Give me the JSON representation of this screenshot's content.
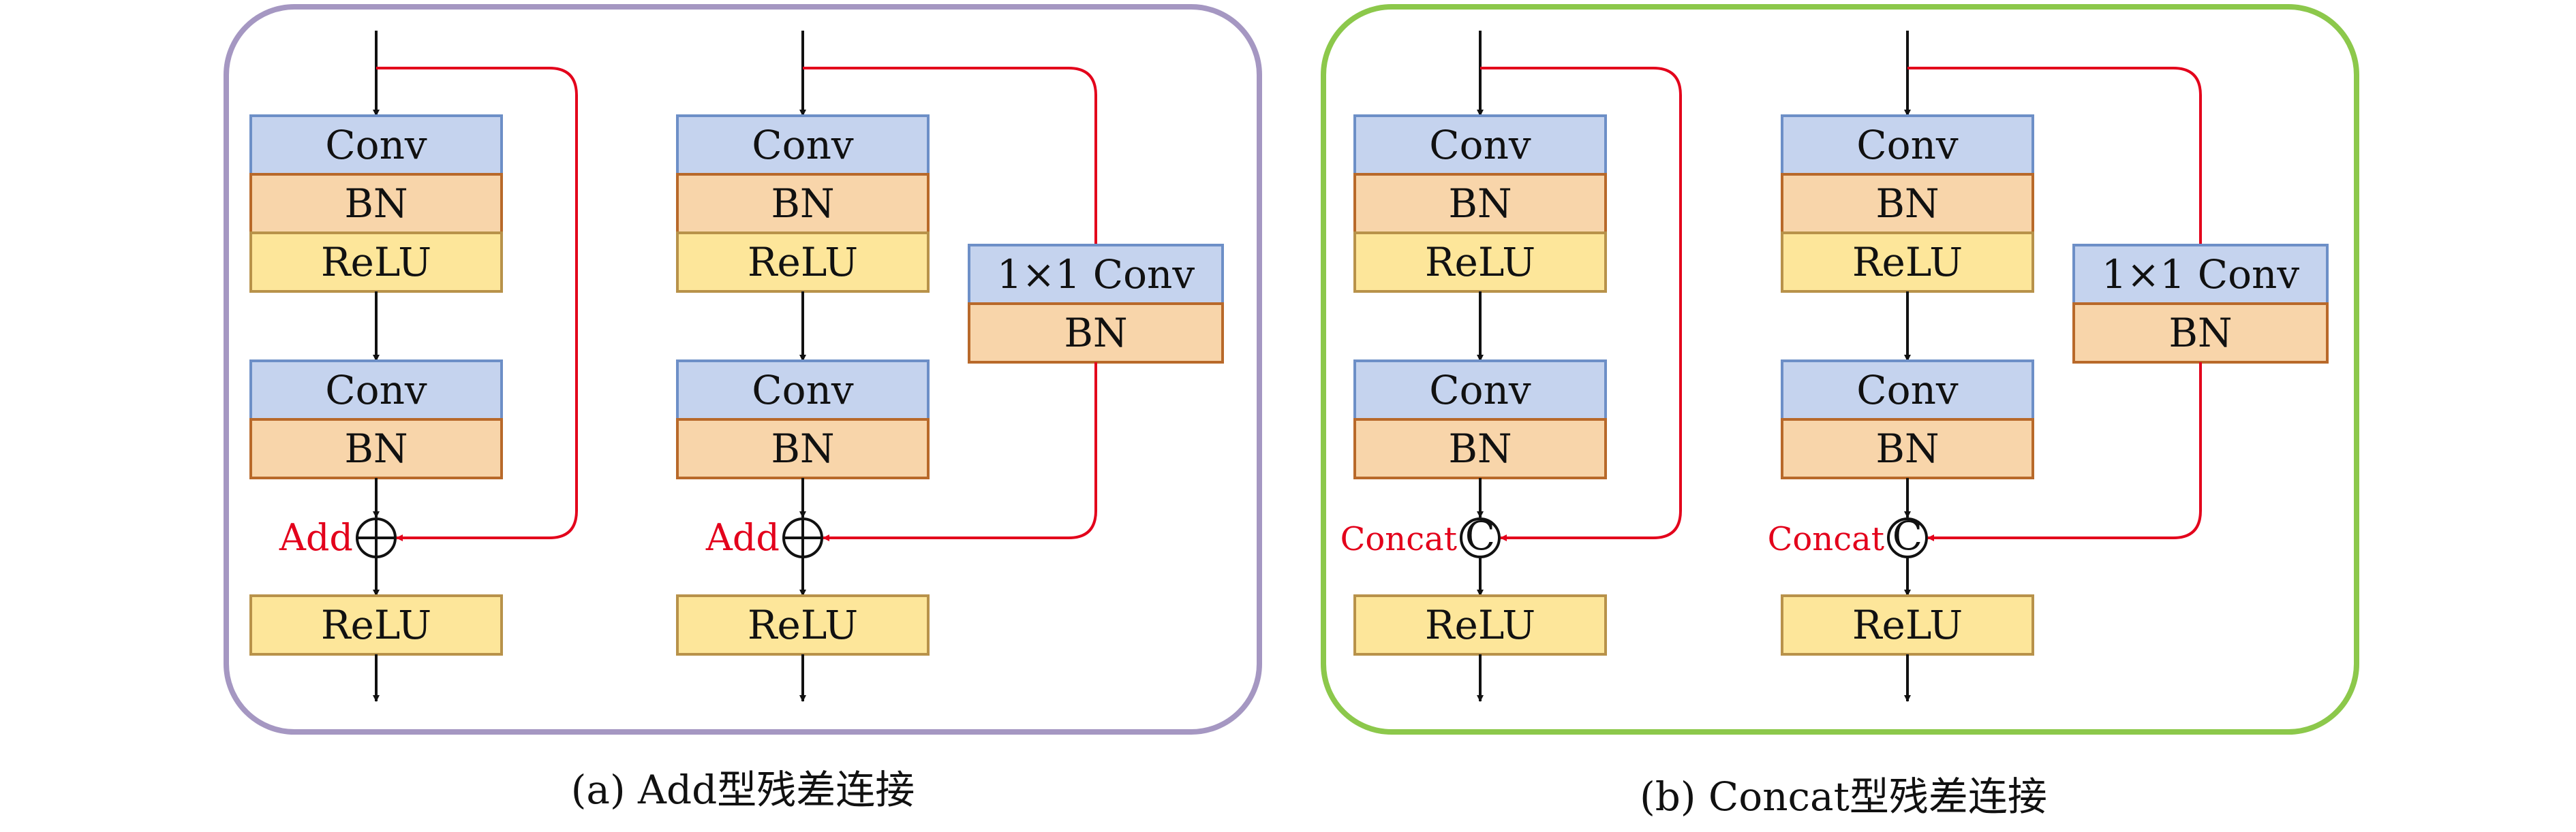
{
  "panels": [
    {
      "id": "add",
      "caption": "(a) Add型残差连接",
      "operator_label": "Add",
      "operator_symbol": "⊕",
      "frame_color": "#a597c2",
      "blocks": {
        "conv": "Conv",
        "bn": "BN",
        "relu": "ReLU",
        "shortcut_conv": "1×1 Conv",
        "shortcut_bn": "BN"
      }
    },
    {
      "id": "concat",
      "caption": "(b) Concat型残差连接",
      "operator_label": "Concat",
      "operator_symbol": "C",
      "frame_color": "#8cc84b",
      "blocks": {
        "conv": "Conv",
        "bn": "BN",
        "relu": "ReLU",
        "shortcut_conv": "1×1 Conv",
        "shortcut_bn": "BN"
      }
    }
  ],
  "colors": {
    "conv_fill": "#c5d3ee",
    "conv_stroke": "#6d8fc7",
    "bn_fill": "#f8d5aa",
    "bn_stroke": "#b8692a",
    "relu_fill": "#fde69a",
    "relu_stroke": "#b8924a",
    "skip_line": "#e3001b",
    "main_line": "#111111"
  }
}
